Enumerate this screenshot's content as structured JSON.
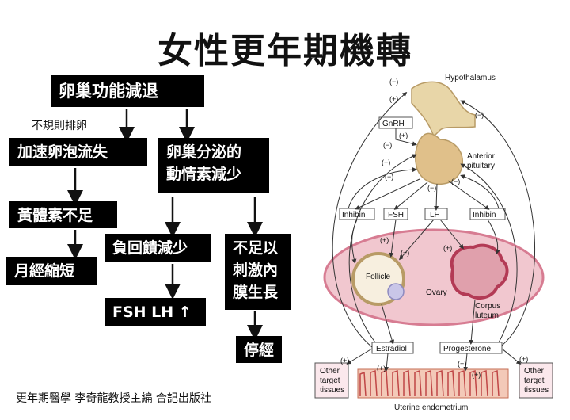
{
  "title": "女性更年期機轉",
  "flowchart": {
    "ovary_decline": "卵巢功能減退",
    "irregular_ovulation": "不規則排卵",
    "follicle_loss": "加速卵泡流失",
    "estrogen_line1": "卵巢分泌的",
    "estrogen_line2": "動情素減少",
    "progesterone_deficit": "黃體素不足",
    "feedback_reduced": "負回饋減少",
    "stim_line1": "不足以",
    "stim_line2": "刺激內",
    "stim_line3": "膜生長",
    "cycle_short": "月經縮短",
    "fsh_lh": "FSH LH ↑",
    "menopause": "停經"
  },
  "credit": "更年期醫學 李奇龍教授主編 合記出版社",
  "figure": {
    "hypothalamus": "Hypothalamus",
    "gnrh": "GnRH",
    "anterior_line1": "Anterior",
    "anterior_line2": "pituitary",
    "inhibin": "Inhibin",
    "fsh": "FSH",
    "lh": "LH",
    "follicle": "Follicle",
    "ovary": "Ovary",
    "corpus_line1": "Corpus",
    "corpus_line2": "luteum",
    "estradiol": "Estradiol",
    "progesterone": "Progesterone",
    "other_line1": "Other",
    "other_line2": "target",
    "other_line3": "tissues",
    "endometrium": "Uterine endometrium",
    "minus": "(−)",
    "plus": "(+)"
  }
}
